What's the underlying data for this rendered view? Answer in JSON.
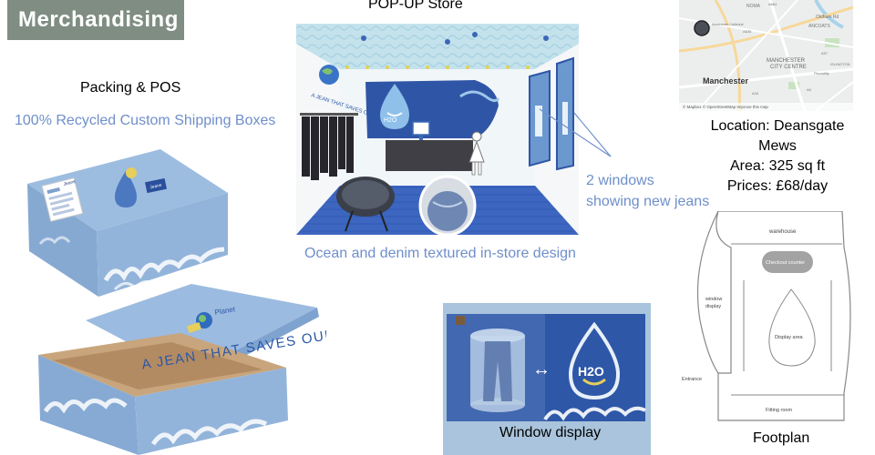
{
  "title": "Merchandising",
  "packing": {
    "heading": "Packing & POS",
    "boxes_heading": "100% Recycled Custom Shipping Boxes",
    "box_lid_text": "A JEAN THAT SAVES OUR",
    "box_brand": "Planet",
    "box_card_title": "Jeans",
    "box_card_badge": "Jeans"
  },
  "popup": {
    "heading": "POP-UP Store",
    "store_caption": "Ocean and denim textured in-store design",
    "windows_note_line1": "2 windows",
    "windows_note_line2": "showing new jeans",
    "wall_sign": "A JEAN THAT SAVES OUR",
    "drop_text": "H2O"
  },
  "map": {
    "labels": {
      "a": "NOMA",
      "b": "A664",
      "c": "Oldham Rd",
      "d": "ANCOATS",
      "e": "MANCHESTER",
      "f": "CITY CENTRE",
      "g": "Manchester",
      "h": "A57",
      "i": "A6",
      "j": "A34",
      "k": "Piccadilly",
      "l": "ISLINGTON",
      "m": "Manchester Cathedral",
      "n": "A635"
    },
    "attribution": "© Mapbox © OpenStreetMap Improve this map"
  },
  "location": {
    "line1": "Location: Deansgate",
    "line2": "Mews",
    "area": "Area: 325 sq ft",
    "prices": "Prices:  £68/day"
  },
  "window_display": {
    "caption": "Window display",
    "arrow": "↔",
    "drop_text": "H2O"
  },
  "footplan": {
    "caption": "Footplan",
    "warehouse": "warehouse",
    "checkout": "Checkout counter",
    "window_display_line1": "window",
    "window_display_line2": "display",
    "display_area": "Display area",
    "entrance": "Entrance",
    "fitting_room": "Fitting room"
  },
  "colors": {
    "badge": "#7f8d83",
    "accent_blue": "#6f8fc9",
    "box_blue": "#8fb2d8",
    "denim": "#2f56a6",
    "map_bg": "#eceeed"
  }
}
